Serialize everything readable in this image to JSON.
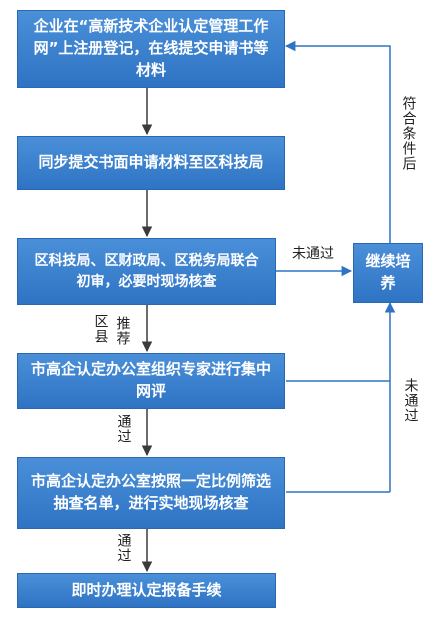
{
  "steps": [
    "企业在“高新技术企业认定管理工作网”上注册登记，在线提交申请书等材料",
    "同步提交书面申请材料至区科技局",
    "区科技局、区财政局、区税务局联合初审，必要时现场核查",
    "市高企认定办公室组织专家进行集中网评",
    "市高企认定办公室按照一定比例筛选抽查名单，进行实地现场核查",
    "即时办理认定报备手续"
  ],
  "side_box": "继续培养",
  "labels": {
    "not_pass_first": "未通过",
    "recommend_a": "区县",
    "recommend_b": "推荐",
    "pass_1": "通过",
    "pass_2": "通过",
    "not_pass_right": "未通过",
    "qualified_later": "符合条件后"
  },
  "colors": {
    "box": "#3a82d0",
    "line": "#2f74c4",
    "arrow": "#3b3b3b"
  }
}
